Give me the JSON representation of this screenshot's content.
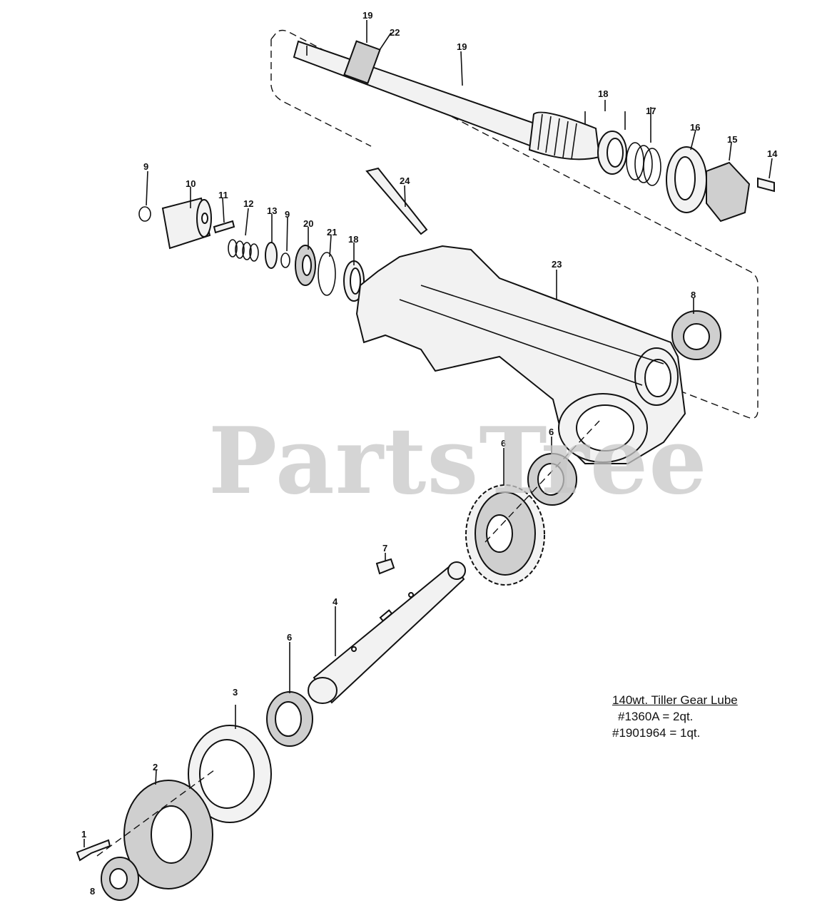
{
  "watermark": "PartsTree",
  "lube_note": {
    "title": "140wt. Tiller Gear Lube",
    "line1": "#1360A = 2qt.",
    "line2": "#1901964 = 1qt."
  },
  "callouts": [
    "1",
    "2",
    "3",
    "4",
    "6",
    "6",
    "6",
    "7",
    "8",
    "8",
    "9",
    "9",
    "10",
    "11",
    "12",
    "13",
    "14",
    "15",
    "16",
    "17",
    "18",
    "18",
    "19",
    "19",
    "20",
    "21",
    "22",
    "23",
    "24"
  ]
}
